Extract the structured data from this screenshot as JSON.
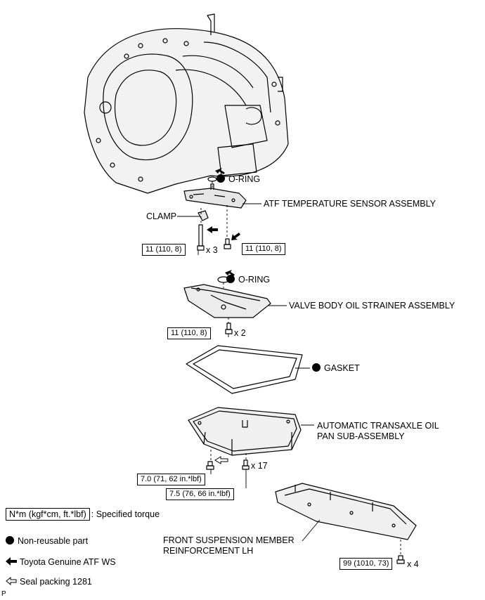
{
  "labels": {
    "oring1": "O-RING",
    "atf_sensor": "ATF TEMPERATURE SENSOR ASSEMBLY",
    "clamp": "CLAMP",
    "oring2": "O-RING",
    "strainer": "VALVE BODY OIL STRAINER ASSEMBLY",
    "gasket": "GASKET",
    "oilpan_line1": "AUTOMATIC TRANSAXLE OIL",
    "oilpan_line2": "PAN SUB-ASSEMBLY",
    "reinf_line1": "FRONT SUSPENSION MEMBER",
    "reinf_line2": "REINFORCEMENT LH"
  },
  "torques": {
    "sensor_bolt_a": "11 (110, 8)",
    "sensor_bolt_b": "11 (110, 8)",
    "strainer_bolt": "11 (110, 8)",
    "drain_plug": "7.0 (71, 62 in.*lbf)",
    "pan_bolt": "7.5 (76, 66 in.*lbf)",
    "reinf_bolt": "99 (1010, 73)"
  },
  "quantities": {
    "sensor_bolts": "x 3",
    "strainer_bolts": "x 2",
    "pan_bolts": "x 17",
    "reinf_bolts": "x 4"
  },
  "legend": {
    "torque_unit": "N*m (kgf*cm, ft.*lbf)",
    "torque_text": ": Specified torque",
    "non_reusable": "Non-reusable part",
    "atf": "Toyota Genuine ATF WS",
    "seal": "Seal packing 1281"
  },
  "corner_letter": "P",
  "icons": {
    "non_reusable": "filled-circle-icon",
    "atf": "filled-arrow-icon",
    "seal": "outline-arrow-icon"
  }
}
